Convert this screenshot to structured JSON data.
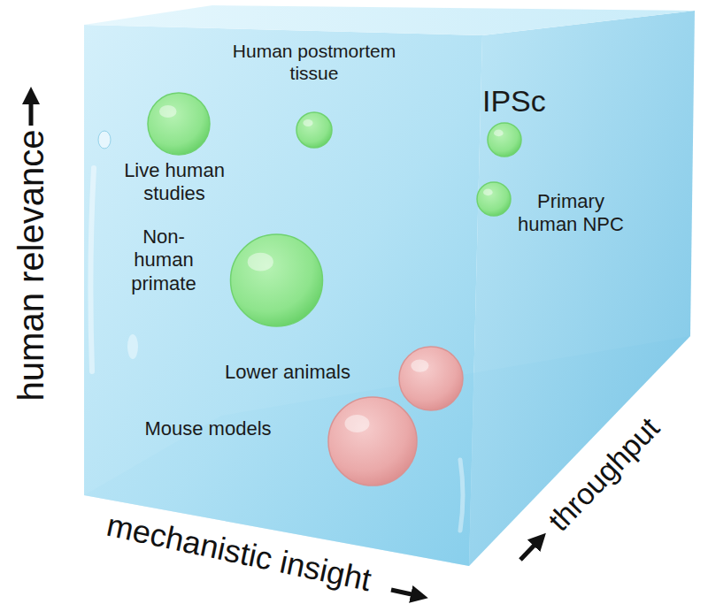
{
  "diagram": {
    "nodes": [
      {
        "text": [
          "Human postmortem tissue"
        ]
      },
      {
        "text": [
          "IPSc"
        ]
      },
      {
        "text": [
          "Live human studies"
        ]
      },
      {
        "text": [
          "Primary human NPC"
        ]
      },
      {
        "text": [
          "Non-human primate"
        ]
      },
      {
        "text": [
          "Lower animals"
        ]
      },
      {
        "text": [
          "Mouse models"
        ]
      }
    ],
    "labels": [
      "human relevance",
      "mechanistic insight",
      "throughput"
    ]
  }
}
